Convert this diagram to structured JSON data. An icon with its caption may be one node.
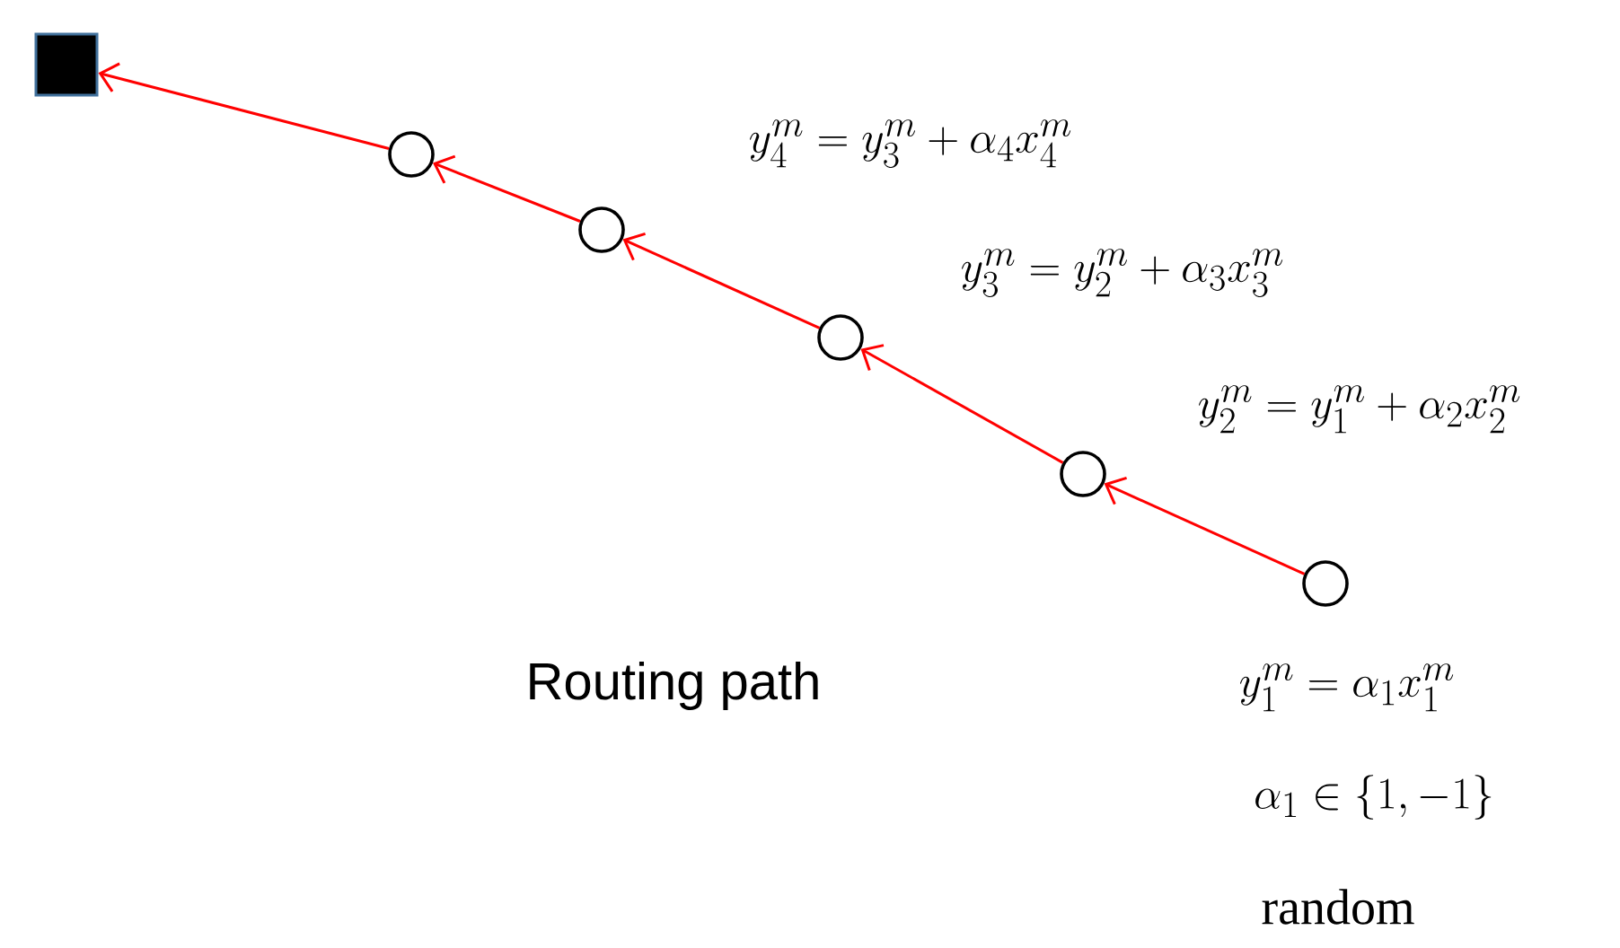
{
  "diagram": {
    "nodes": [
      {
        "text": [],
        "shape": "box"
      },
      {
        "text": [],
        "shape": "circle"
      },
      {
        "text": [],
        "shape": "circle"
      },
      {
        "text": [],
        "shape": "circle"
      },
      {
        "text": [],
        "shape": "circle"
      },
      {
        "text": [],
        "shape": "circle",
        "beside": [
          "y_1^m = \\alpha_1 x_1^m",
          "\\alpha_1 \\in \\{1,-1\\}",
          "\\text{random}"
        ]
      }
    ],
    "edges": [
      {
        "from": 5,
        "to": 4,
        "arrow": "to"
      },
      {
        "from": 4,
        "to": 3,
        "arrow": "to"
      },
      {
        "from": 3,
        "to": 2,
        "arrow": "to"
      },
      {
        "from": 2,
        "to": 1,
        "arrow": "to"
      },
      {
        "from": 1,
        "to": 0,
        "arrow": "to"
      }
    ],
    "labels": [
      "y_4^m = y_3^m + \\alpha_4 x_4^m",
      "y_3^m = y_2^m + \\alpha_3 x_3^m",
      "y_2^m = y_1^m + \\alpha_2 x_2^m",
      "Routing path"
    ]
  }
}
